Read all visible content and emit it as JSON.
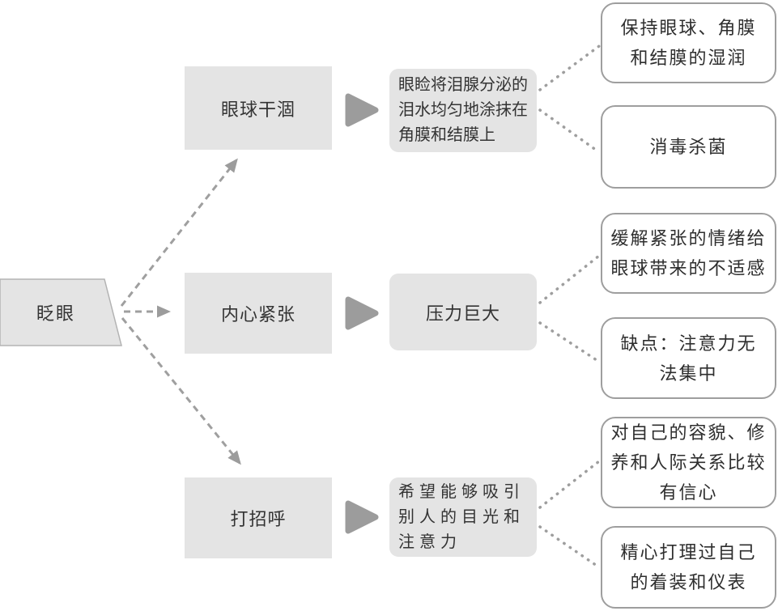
{
  "colors": {
    "node_fill": "#e4e4e4",
    "connector_gray": "#9e9e9e",
    "arrow_gray": "#9c9c9c",
    "outcome_border": "#9e9e9e",
    "text": "#333333"
  },
  "root": {
    "label": "眨眼"
  },
  "branches": [
    {
      "cause": "眼球干涸",
      "explanation": "眼睑将泪腺分泌的\n泪水均匀地涂抹在\n角膜和结膜上",
      "outcomes": [
        "保持眼球、角膜\n和结膜的湿润",
        "消毒杀菌"
      ]
    },
    {
      "cause": "内心紧张",
      "explanation": "压力巨大",
      "outcomes": [
        "缓解紧张的情绪给\n眼球带来的不适感",
        "缺点：注意力无\n法集中"
      ]
    },
    {
      "cause": "打招呼",
      "explanation": "希望能够吸引\n别人的目光和\n注意力",
      "outcomes": [
        "对自己的容貌、修\n养和人际关系比较\n有信心",
        "精心打理过自己\n的着装和仪表"
      ]
    }
  ]
}
